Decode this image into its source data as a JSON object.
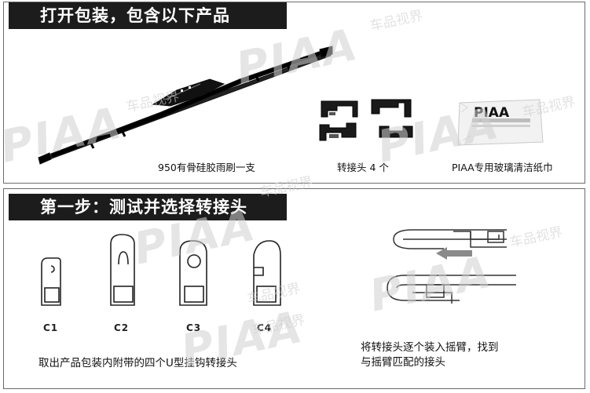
{
  "section1": {
    "title": "打开包装，包含以下产品",
    "wiper_caption": "950有骨硅胶雨刷一支",
    "adapter_caption": "转接头 4 个",
    "wipe_caption": "PIAA专用玻璃清洁纸巾",
    "wipe_brand": "PIAA"
  },
  "section2": {
    "title": "第一步：测试并选择转接头",
    "adapters": [
      "C1",
      "C2",
      "C3",
      "C4"
    ],
    "left_caption": "取出产品包装内附带的四个U型挂钩转接头",
    "right_caption_line1": "将转接头逐个装入摇臂，找到",
    "right_caption_line2": "与摇臂匹配的接头"
  },
  "watermark": {
    "brand": "PIAA",
    "cn": "车品视界"
  },
  "colors": {
    "header_bg": "#1c1c1c",
    "header_text": "#ffffff",
    "border": "#6b6b6b",
    "arrow": "#8a8a8a"
  }
}
